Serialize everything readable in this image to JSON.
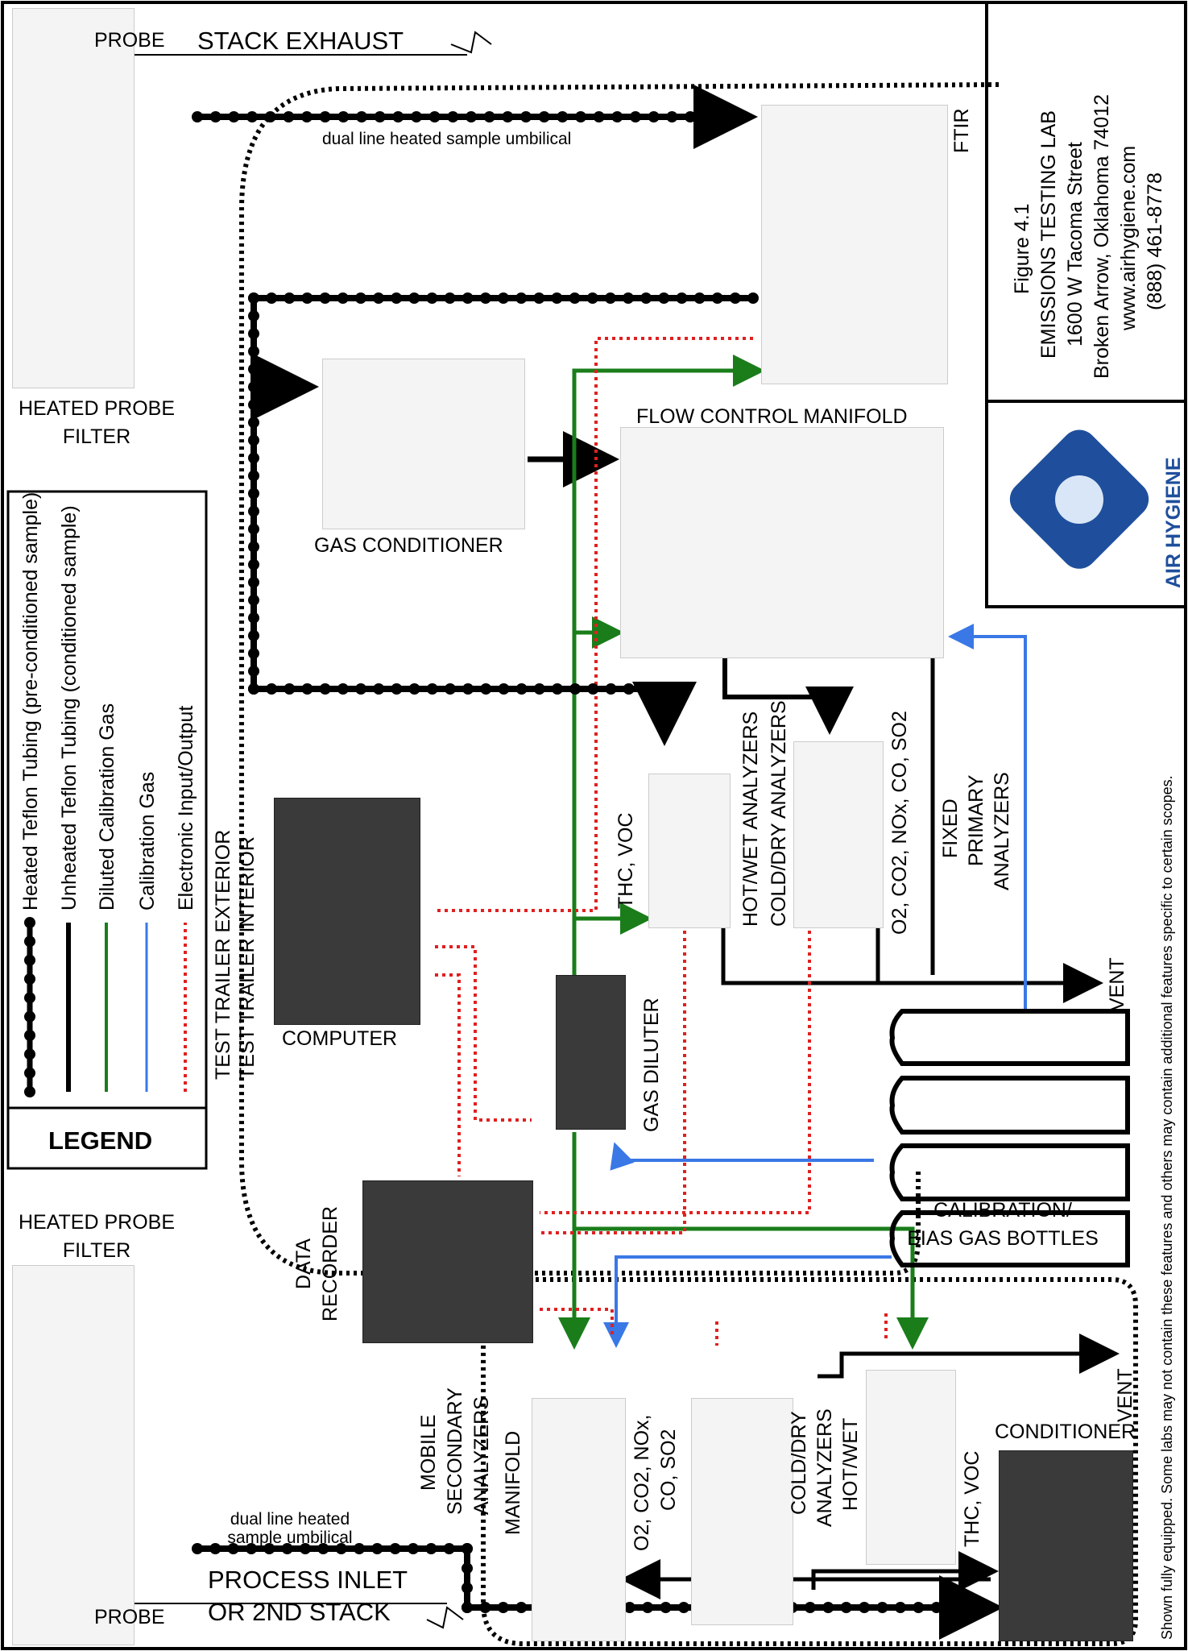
{
  "figure": {
    "title": "Figure 4.1",
    "lab": "EMISSIONS TESTING LAB",
    "address1": "1600 W Tacoma Street",
    "address2": "Broken Arrow, Oklahoma 74012",
    "website": "www.airhygiene.com",
    "phone": "(888) 461-8778"
  },
  "logo": {
    "text": "AIR HYGIENE",
    "colors": [
      "#1f4f9c",
      "#3b78c9",
      "#0d2f6b"
    ]
  },
  "disclaimer": "Shown fully equipped.  Some labs may not contain these features and others may contain additional features specific to certain scopes.",
  "legend": {
    "title": "LEGEND",
    "items": [
      {
        "label": "Heated Teflon Tubing (pre-conditioned sample)",
        "color": "#000000",
        "style": "heated"
      },
      {
        "label": "Unheated Teflon Tubing (conditioned sample)",
        "color": "#000000",
        "style": "solid"
      },
      {
        "label": "Diluted Calibration Gas",
        "color": "#1a7d1a",
        "style": "solid"
      },
      {
        "label": "Calibration Gas",
        "color": "#3a78e6",
        "style": "solid"
      },
      {
        "label": "Electronic Input/Output",
        "color": "#e02020",
        "style": "dotted"
      }
    ]
  },
  "labels": {
    "probe_top": "PROBE",
    "stack_exhaust": "STACK EXHAUST",
    "heated_probe_filter_top": [
      "HEATED PROBE",
      "FILTER"
    ],
    "umbilical_top": "dual line heated sample umbilical",
    "ftir": "FTIR",
    "flow_control_manifold": "FLOW CONTROL MANIFOLD",
    "gas_conditioner": "GAS CONDITIONER",
    "trailer_exterior": "TEST TRAILER EXTERIOR",
    "trailer_interior": "TEST TRAILER INTERIOR",
    "computer": "COMPUTER",
    "thc_voc": "THC, VOC",
    "hot_wet": "HOT/WET ANALYZERS",
    "cold_dry": "COLD/DRY ANALYZERS",
    "o2_line": "O",
    "primary_gases": "O2, CO2, NOx, CO, SO2",
    "fixed_primary": [
      "FIXED",
      "PRIMARY",
      "ANALYZERS"
    ],
    "vent_top": "VENT",
    "gas_diluter": "GAS DILUTER",
    "data_recorder": [
      "DATA",
      "RECORDER"
    ],
    "calibration_bottles": [
      "CALIBRATION/",
      "BIAS GAS BOTTLES"
    ],
    "heated_probe_filter_bottom": [
      "HEATED PROBE",
      "FILTER"
    ],
    "umbilical_bottom": [
      "dual line heated",
      "sample umbilical"
    ],
    "process_inlet": "PROCESS INLET",
    "second_stack": "OR 2ND STACK",
    "probe_bottom": "PROBE",
    "mobile_secondary": [
      "MOBILE",
      "SECONDARY",
      "ANALYZERS"
    ],
    "manifold": "MANIFOLD",
    "secondary_gases": [
      "O2, CO2, NOx,",
      "CO, SO2"
    ],
    "secondary_cold_hot": [
      "COLD/DRY",
      "ANALYZERS",
      "HOT/WET"
    ],
    "thc_voc_bottom": "THC, VOC",
    "conditioner": "CONDITIONER",
    "vent_bottom": "VENT"
  }
}
